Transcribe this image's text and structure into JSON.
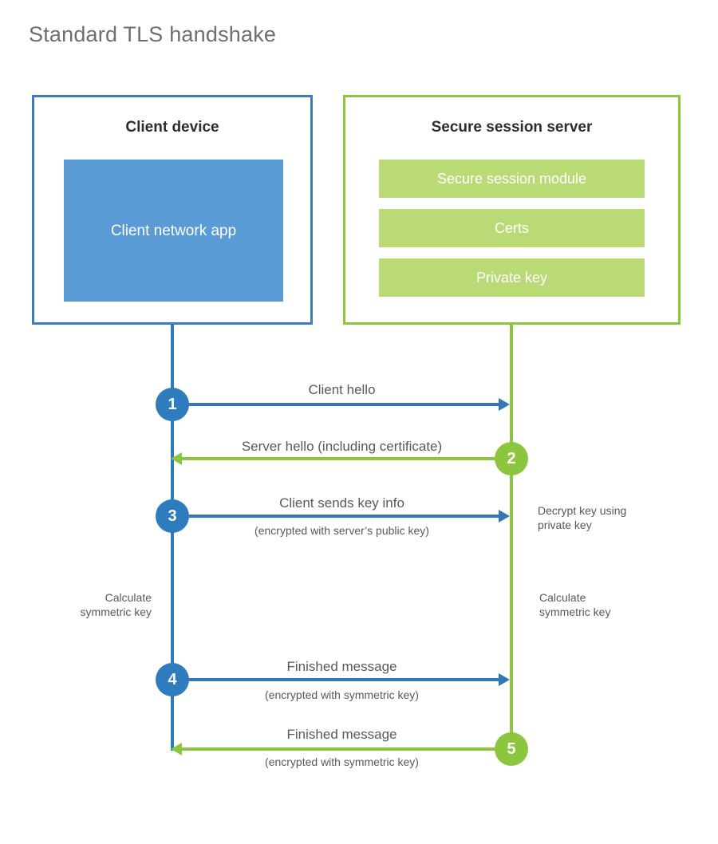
{
  "title": "Standard TLS handshake",
  "colors": {
    "client_border": "#3b7cc0",
    "client_fill": "#5b9bd5",
    "client_line": "#2e7cbe",
    "server_border": "#8cc63f",
    "server_fill": "#bada76",
    "server_line": "#8cc63f",
    "text": "#58595b",
    "title_text": "#6d6e71"
  },
  "parties": {
    "client": {
      "title": "Client device",
      "app_label": "Client network app"
    },
    "server": {
      "title": "Secure session server",
      "components": [
        "Secure session module",
        "Certs",
        "Private key"
      ]
    }
  },
  "steps": [
    {
      "number": "1",
      "label": "Client hello",
      "sublabel": "",
      "direction": "client-to-server",
      "color": "blue"
    },
    {
      "number": "2",
      "label": "Server hello (including certificate)",
      "sublabel": "",
      "direction": "server-to-client",
      "color": "green"
    },
    {
      "number": "3",
      "label": "Client sends key info",
      "sublabel": "(encrypted with server’s public key)",
      "direction": "client-to-server",
      "color": "blue"
    },
    {
      "number": "4",
      "label": "Finished message",
      "sublabel": "(encrypted with symmetric key)",
      "direction": "client-to-server",
      "color": "blue"
    },
    {
      "number": "5",
      "label": "Finished message",
      "sublabel": "(encrypted with symmetric key)",
      "direction": "server-to-client",
      "color": "green"
    }
  ],
  "annotations": {
    "decrypt_key": "Decrypt key using\nprivate key",
    "client_calculate": "Calculate\nsymmetric key",
    "server_calculate": "Calculate\nsymmetric key"
  }
}
